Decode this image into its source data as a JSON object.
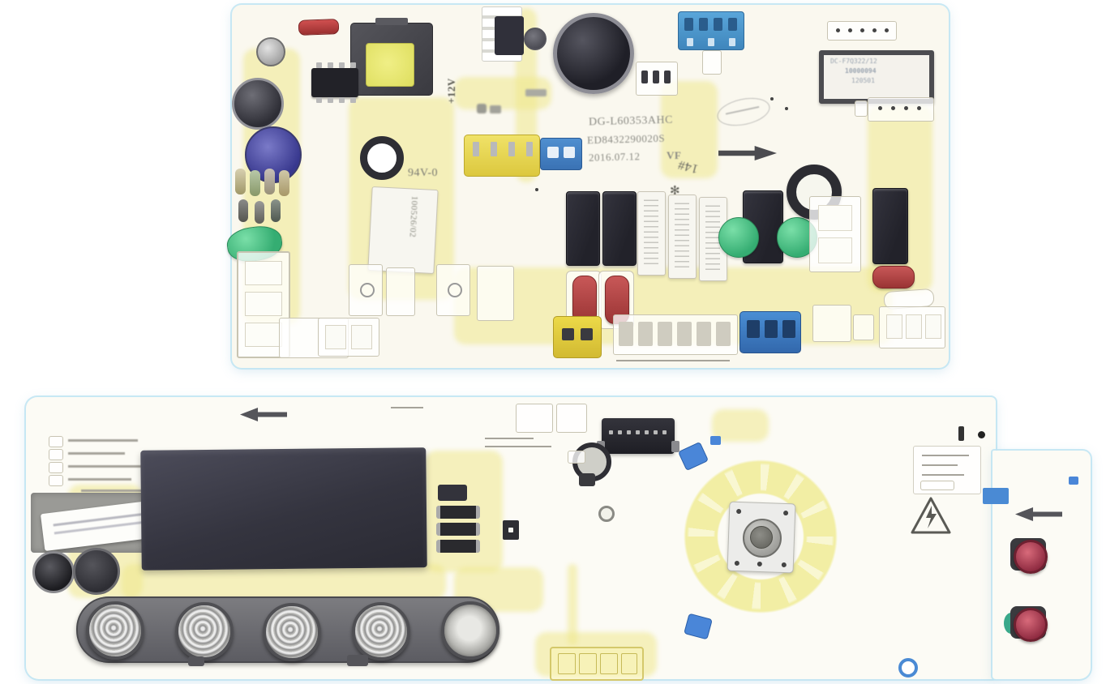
{
  "image": {
    "subject": "Two washing machine controller PCB circuit boards on a white background",
    "background_color": "#ffffff"
  },
  "top_board": {
    "silkscreen": {
      "model": "DG-L60353AHC",
      "code": "ED8432290020S",
      "date": "2016.07.12",
      "version": "VF",
      "flammability_rating": "94V-0",
      "power_rail": "+12V",
      "relay_marking": "100526/02",
      "hand_mark": "14#",
      "hand_mark_symbol": "✻"
    },
    "barcode_label": {
      "line1": "DC-F7Q322/12",
      "line2": "10000094",
      "line3": "120501"
    },
    "colors": {
      "board": "#faf8ef",
      "silkscreen_yellow": "#eee98c",
      "relay_black": "#26262e",
      "connector_blue": "#4d9bd4",
      "connector_yellow": "#ead94e",
      "capacitor_red": "#b24242",
      "capacitor_green": "#44bd82"
    }
  },
  "bottom_board": {
    "colors": {
      "board": "#fcfbf5",
      "display": "#3b3b47",
      "button_bar": "#68686e",
      "spring_metal": "#c8c8c8",
      "button_red": "#b8425a",
      "encoder_ring_yellow": "#f0ec96",
      "accent_blue": "#4a86d8"
    },
    "components": [
      "lcd-display",
      "push-button-springs",
      "rotary-encoder",
      "buzzer",
      "seven-pin-connector",
      "red-buttons",
      "high-voltage-warning-triangle"
    ]
  }
}
